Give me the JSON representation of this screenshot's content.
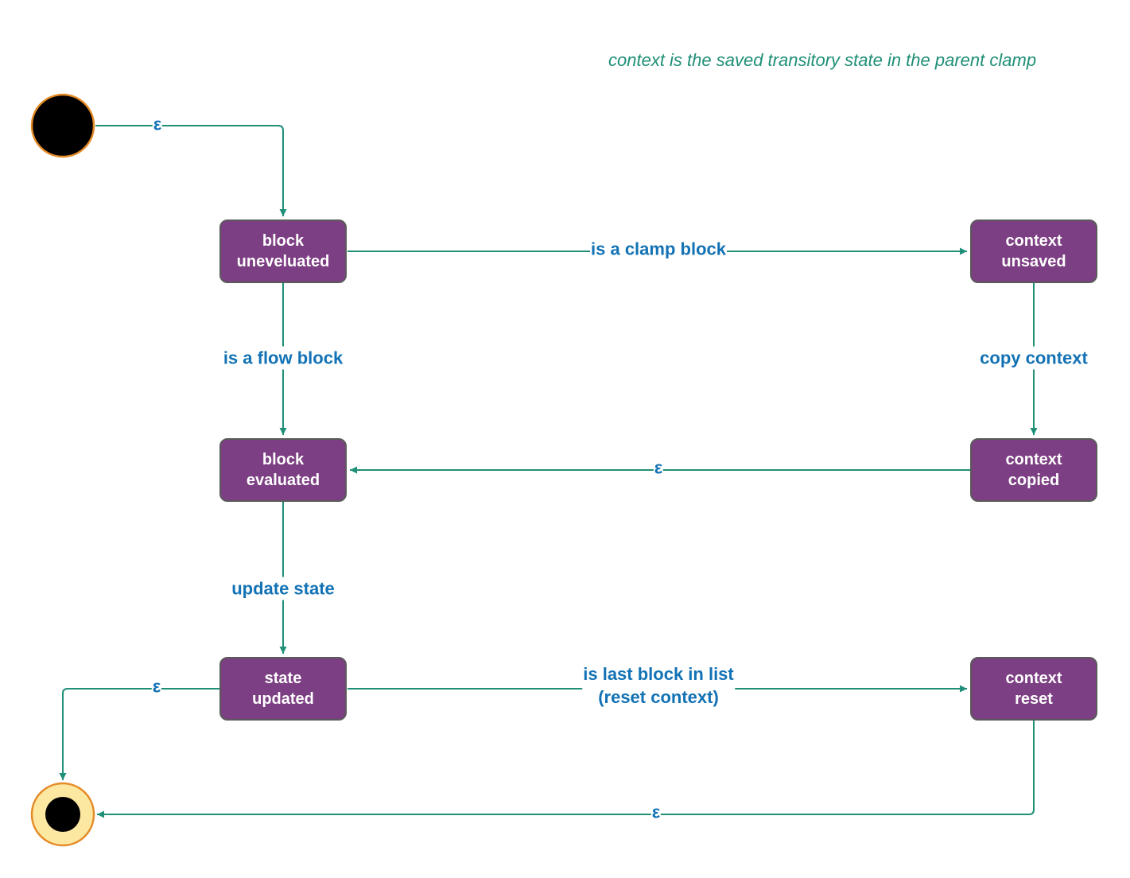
{
  "note": "context is the saved transitory state in the parent clamp",
  "colors": {
    "node_fill": "#7d3f83",
    "edge": "#1f8f77",
    "label": "#1272b5",
    "note": "#1f8f77",
    "start_fill": "#000000",
    "start_border": "#e48a26",
    "end_ring": "#fde8a2"
  },
  "nodes": {
    "block_unevaluated": {
      "line1": "block",
      "line2": "uneveluated"
    },
    "block_evaluated": {
      "line1": "block",
      "line2": "evaluated"
    },
    "state_updated": {
      "line1": "state",
      "line2": "updated"
    },
    "context_unsaved": {
      "line1": "context",
      "line2": "unsaved"
    },
    "context_copied": {
      "line1": "context",
      "line2": "copied"
    },
    "context_reset": {
      "line1": "context",
      "line2": "reset"
    }
  },
  "edges": {
    "start_to_unevaluated": "ε",
    "is_clamp_block": "is a clamp block",
    "is_flow_block": "is a flow block",
    "copy_context": "copy context",
    "copied_to_evaluated": "ε",
    "update_state": "update state",
    "updated_to_end": "ε",
    "last_block_line1": "is last block in list",
    "last_block_line2": "(reset context)",
    "reset_to_end": "ε"
  }
}
